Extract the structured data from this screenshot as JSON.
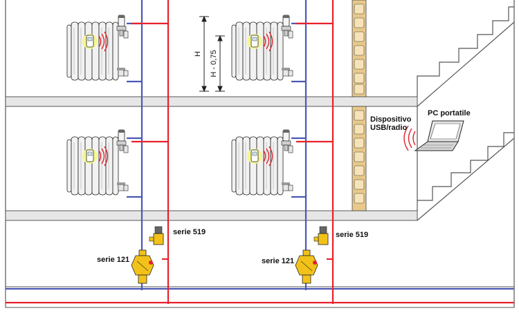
{
  "labels": {
    "height": "H",
    "sensor_height": "H - 0,75",
    "device": "Dispositivo",
    "device_type": "USB/radio",
    "laptop": "PC portatile",
    "series_519": "serie 519",
    "series_121": "serie 121"
  },
  "colors": {
    "supply_pipe": "#e8202a",
    "return_pipe": "#4a57b4",
    "floor_slab": "#e6e6e6",
    "brick": "#e8c98a",
    "valve_brass": "#f2c21a",
    "radio_waves": "#e0202a"
  },
  "icons": [
    "radiator-icon",
    "wireless-sensor-icon",
    "thermostatic-head-icon",
    "laptop-icon",
    "brick-wall-icon",
    "stairs-icon",
    "balancing-valve-icon",
    "actuator-valve-icon"
  ]
}
